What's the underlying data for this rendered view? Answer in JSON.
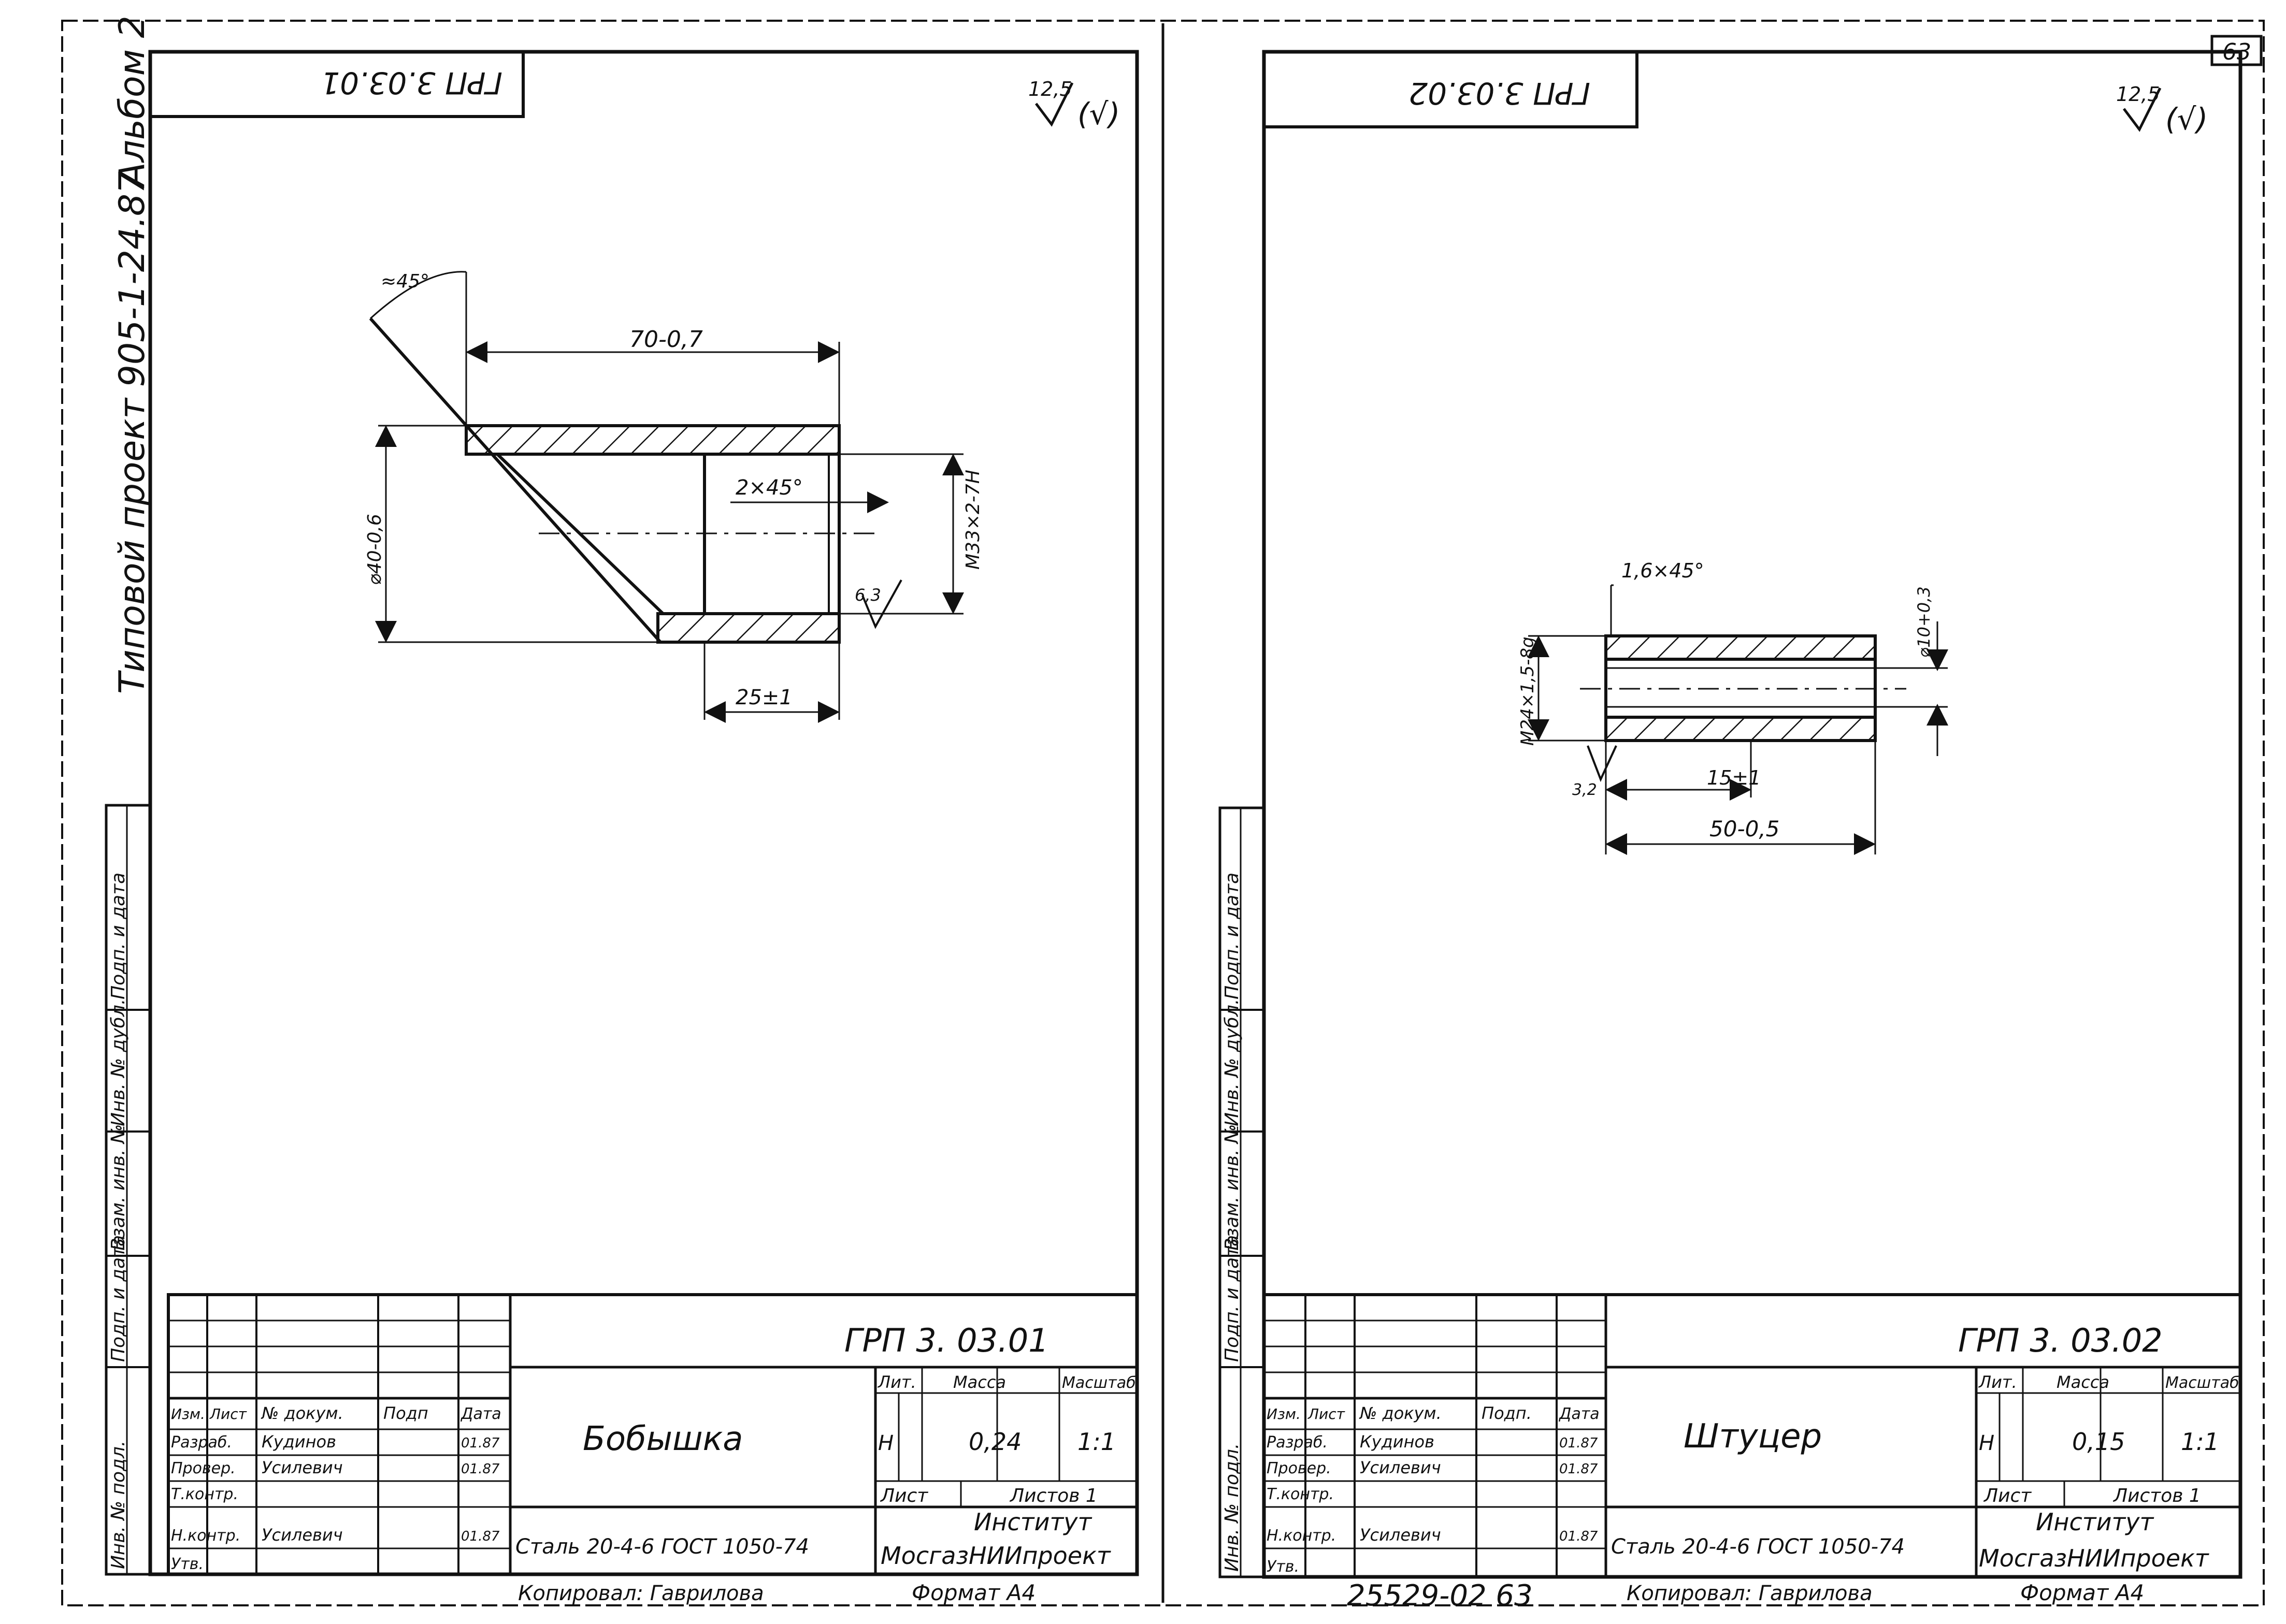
{
  "page": {
    "sheet_number": "63",
    "footer_number": "25529-02  63"
  },
  "side_label": {
    "project": "Типовой проект 905-1-24.87",
    "album": "Альбом 2"
  },
  "side_stamp_cells": [
    "Инв. № подл.",
    "Подп. и дата",
    "Взам. инв. №",
    "Инв. № дубл.",
    "Подп. и дата"
  ],
  "sheets": [
    {
      "id": "left",
      "code_inverted": "ГРП 3.03.01",
      "roughness": "12,5",
      "dimensions": {
        "chamfer_angle": "≈45°",
        "length": "70-0,7",
        "chamfer": "2×45°",
        "diameter": "⌀40-0,6",
        "thread": "М33×2-7Н",
        "roughness_inner": "6,3",
        "thread_length": "25±1"
      },
      "title_block": {
        "code": "ГРП 3. 03.01",
        "headers": {
          "izm": "Изм.",
          "list": "Лист",
          "doc": "№ докум.",
          "sign": "Подп",
          "date": "Дата"
        },
        "rows": [
          {
            "role": "Разраб.",
            "name": "Кудинов",
            "date": "01.87"
          },
          {
            "role": "Провер.",
            "name": "Усилевич",
            "date": "01.87"
          },
          {
            "role": "Т.контр.",
            "name": "",
            "date": ""
          },
          {
            "role": "Н.контр.",
            "name": "Усилевич",
            "date": "01.87"
          },
          {
            "role": "Утв.",
            "name": "",
            "date": ""
          }
        ],
        "part_name": "Бобышка",
        "lit_label": "Лит.",
        "mass_label": "Масса",
        "scale_label": "Масштаб",
        "lit": "Н",
        "mass": "0,24",
        "scale": "1:1",
        "sheet_label": "Лист",
        "sheets_label": "Листов 1",
        "material": "Сталь 20-4-6 ГОСТ 1050-74",
        "org_line1": "Институт",
        "org_line2": "МосгазНИИпроект",
        "copied": "Копировал: Гаврилова",
        "format": "Формат А4"
      }
    },
    {
      "id": "right",
      "code_inverted": "ГРП 3.03.02",
      "roughness": "12,5",
      "dimensions": {
        "chamfer": "1,6×45°",
        "thread": "М24×1,5-8g",
        "diameter": "⌀10+0,3",
        "roughness_end": "3,2",
        "thread_length": "15±1",
        "length": "50-0,5"
      },
      "title_block": {
        "code": "ГРП 3. 03.02",
        "headers": {
          "izm": "Изм.",
          "list": "Лист",
          "doc": "№ докум.",
          "sign": "Подп.",
          "date": "Дата"
        },
        "rows": [
          {
            "role": "Разраб.",
            "name": "Кудинов",
            "date": "01.87"
          },
          {
            "role": "Провер.",
            "name": "Усилевич",
            "date": "01.87"
          },
          {
            "role": "Т.контр.",
            "name": "",
            "date": ""
          },
          {
            "role": "Н.контр.",
            "name": "Усилевич",
            "date": "01.87"
          },
          {
            "role": "Утв.",
            "name": "",
            "date": ""
          }
        ],
        "part_name": "Штуцер",
        "lit_label": "Лит.",
        "mass_label": "Масса",
        "scale_label": "Масштаб",
        "lit": "Н",
        "mass": "0,15",
        "scale": "1:1",
        "sheet_label": "Лист",
        "sheets_label": "Листов 1",
        "material": "Сталь 20-4-6 ГОСТ 1050-74",
        "org_line1": "Институт",
        "org_line2": "МосгазНИИпроект",
        "copied": "Копировал: Гаврилова",
        "format": "Формат А4"
      }
    }
  ]
}
